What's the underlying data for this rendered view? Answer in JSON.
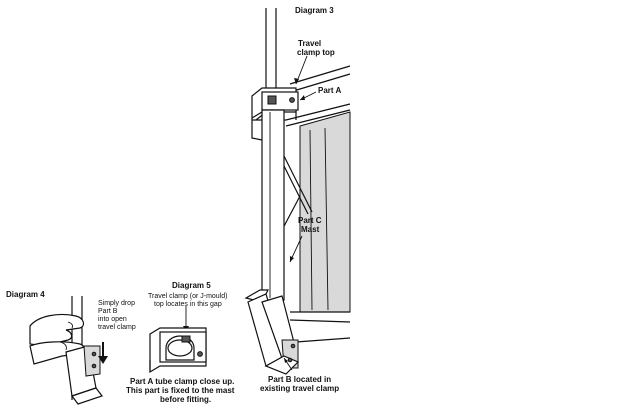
{
  "diagram3": {
    "title": "Diagram 3",
    "travel_clamp_top": [
      "Travel",
      "clamp top"
    ],
    "part_a": "Part A",
    "part_c": [
      "Part C",
      "Mast"
    ],
    "part_b": [
      "Part B located in",
      "existing travel clamp"
    ]
  },
  "diagram4": {
    "title": "Diagram 4",
    "instruction": [
      "Simply drop",
      "Part B",
      "into open",
      "travel clamp"
    ]
  },
  "diagram5": {
    "title": "Diagram 5",
    "travel_clamp_note": [
      "Travel clamp (or J-mould)",
      "top locates in this gap"
    ],
    "caption": [
      "Part A tube clamp close up.",
      "This part is fixed to the mast",
      "before fitting."
    ]
  }
}
